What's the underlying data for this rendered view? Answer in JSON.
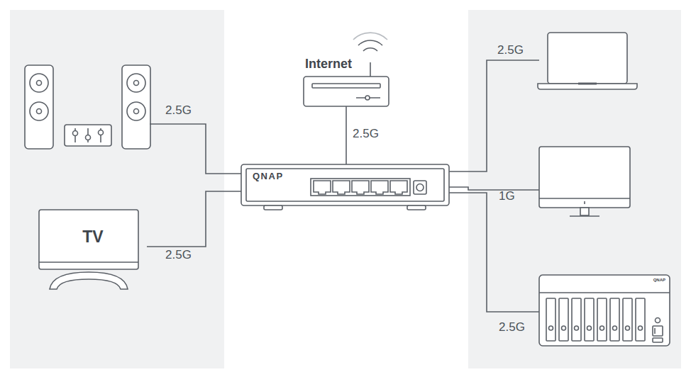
{
  "diagram": {
    "nodes": [
      {
        "text": [
          "Internet"
        ]
      },
      {
        "text": [
          "QNAP"
        ]
      },
      {
        "text": [
          "TV"
        ]
      },
      {
        "text": [
          "QNAP"
        ]
      }
    ],
    "edges": [
      {
        "from": 0,
        "to": 1,
        "arrow": "none",
        "label": "2.5G"
      },
      {
        "from": 2,
        "to": 1,
        "arrow": "none",
        "label": "2.5G"
      },
      {
        "from": 3,
        "to": 1,
        "arrow": "none",
        "label": "2.5G"
      }
    ],
    "labels": [
      "2.5G",
      "2.5G",
      "1G"
    ]
  }
}
